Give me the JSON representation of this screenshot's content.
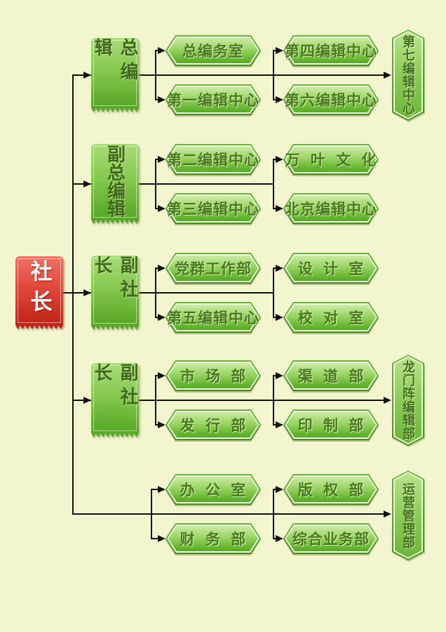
{
  "palette": {
    "background": "#f2f5cd",
    "node_green_light": "#cdeaa8",
    "node_green_dark": "#57a827",
    "node_border_green": "#4f9525",
    "root_red": "#c42a1d",
    "text_dark_green": "#4b7a1d",
    "text_white": "#ffffff",
    "connector_black": "#121212"
  },
  "root": {
    "label": "社长"
  },
  "groups": [
    {
      "leader": "总编辑",
      "col1": [
        "总编务室",
        "第一编辑中心"
      ],
      "col2": [
        "第四编辑中心",
        "第六编辑中心"
      ],
      "right": "第七编辑中心"
    },
    {
      "leader": "副总编辑",
      "col1": [
        "第二编辑中心",
        "第三编辑中心"
      ],
      "col2": [
        "万 叶 文 化",
        "北京编辑中心"
      ]
    },
    {
      "leader": "副社长",
      "col1": [
        "党群工作部",
        "第五编辑中心"
      ],
      "col2": [
        "设 计 室",
        "校 对 室"
      ]
    },
    {
      "leader": "副社长",
      "col1": [
        "市 场 部",
        "发 行 部"
      ],
      "col2": [
        "渠 道 部",
        "印 制 部"
      ],
      "right": "龙门阵编辑部"
    },
    {
      "col1": [
        "办 公 室",
        "财 务 部"
      ],
      "col2": [
        "版 权 部",
        "综合业务部"
      ],
      "right": "运营管理部"
    }
  ]
}
